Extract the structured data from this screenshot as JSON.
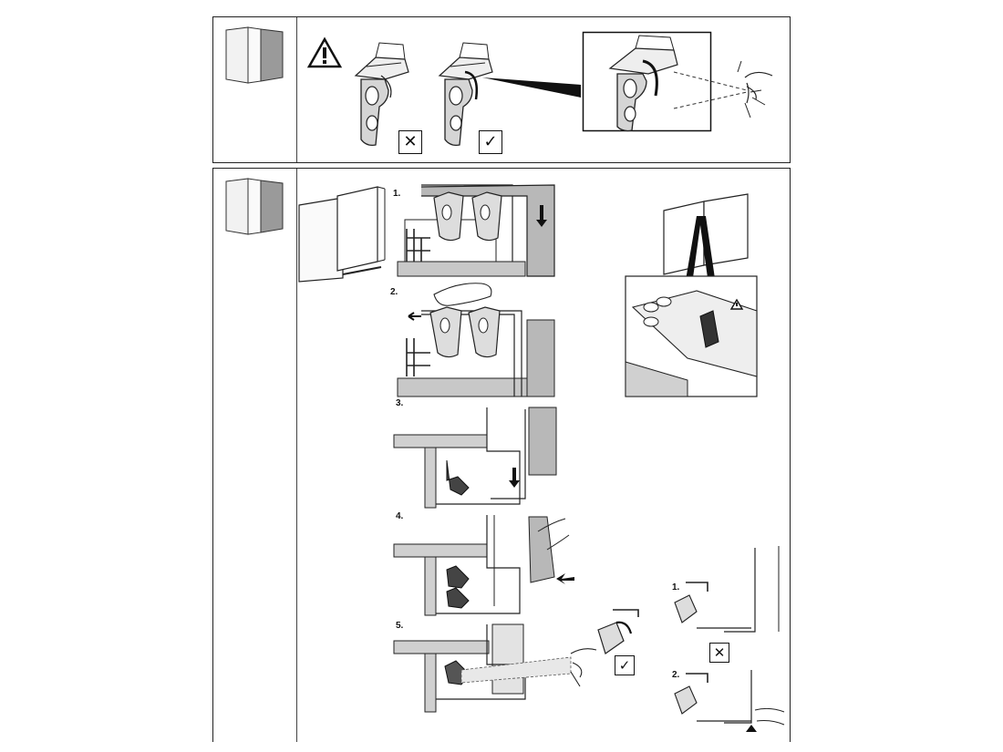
{
  "document": {
    "colors": {
      "line": "#222222",
      "gray_fill": "#b8b8b8",
      "light_gray": "#e3e3e3",
      "dark": "#111111"
    },
    "top_panel": {
      "icons": [
        "cabinet-door-icon",
        "warning-icon",
        "wrong-mark-icon",
        "correct-mark-icon",
        "eye-icon"
      ],
      "wrong_mark": "✕",
      "correct_mark": "✓"
    },
    "bottom_panel": {
      "steps": [
        {
          "label": "1."
        },
        {
          "label": "2."
        },
        {
          "label": "3."
        },
        {
          "label": "4."
        },
        {
          "label": "5."
        }
      ],
      "detail_steps": [
        {
          "label": "1."
        },
        {
          "label": "2."
        }
      ],
      "wrong_mark": "✕",
      "correct_mark": "✓"
    }
  }
}
